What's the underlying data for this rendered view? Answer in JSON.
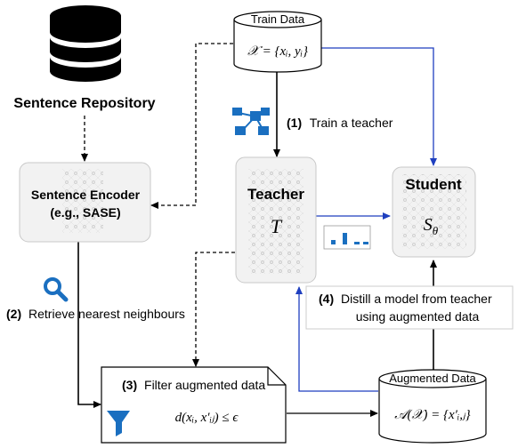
{
  "repository": {
    "label": "Sentence Repository"
  },
  "encoder": {
    "line1": "Sentence Encoder",
    "line2": "(e.g., SASE)"
  },
  "train_data": {
    "title": "Train Data",
    "formula": "𝒳 = {xᵢ, yᵢ}"
  },
  "teacher": {
    "title": "Teacher",
    "symbol": "T"
  },
  "student": {
    "title": "Student",
    "symbol": "S",
    "symbol_sub": "θ"
  },
  "steps": {
    "step1": {
      "num": "(1)",
      "text": "Train a teacher"
    },
    "step2": {
      "num": "(2)",
      "text": "Retrieve nearest neighbours"
    },
    "step3": {
      "num": "(3)",
      "text": "Filter augmented data",
      "formula": "d(xᵢ, x′ᵢⱼ) ≤ ϵ"
    },
    "step4": {
      "num": "(4)",
      "line1": "Distill a model from teacher",
      "line2": "using augmented data"
    }
  },
  "augmented": {
    "title": "Augmented Data",
    "formula": "𝒜(𝒳) = {x′ᵢ,ⱼ}"
  },
  "icons": [
    "database-icon",
    "network-icon",
    "search-icon",
    "filter-icon",
    "bar-chart-icon"
  ],
  "colors": {
    "blue_arrow": "#1f3fbf",
    "icon_blue": "#1a6fc0",
    "box_fill": "#f2f2f2"
  }
}
